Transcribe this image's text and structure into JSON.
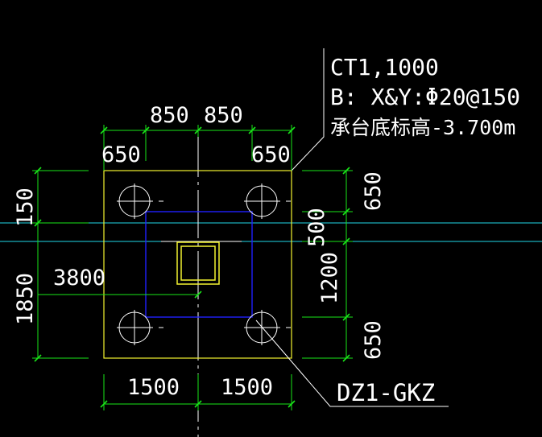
{
  "annotation": {
    "line1": "CT1,1000",
    "line2": "B: X&Y:Φ20@150",
    "line3": "承台底标高-3.700m"
  },
  "pile_label": "DZ1-GKZ",
  "dimensions": {
    "top_850_left": "850",
    "top_850_right": "850",
    "top_650_left": "650",
    "top_650_right": "650",
    "left_150": "150",
    "left_1850": "1850",
    "inner_3800": "3800",
    "right_650_top": "650",
    "right_500": "500",
    "right_1200": "1200",
    "right_650_bottom": "650",
    "bottom_1500_left": "1500",
    "bottom_1500_right": "1500"
  },
  "colors": {
    "background": "#000000",
    "dimension": "#19e619",
    "cap_outline": "#f2f230",
    "column": "#2020ff",
    "axis": "#20d8e8",
    "text": "#ffffff"
  }
}
